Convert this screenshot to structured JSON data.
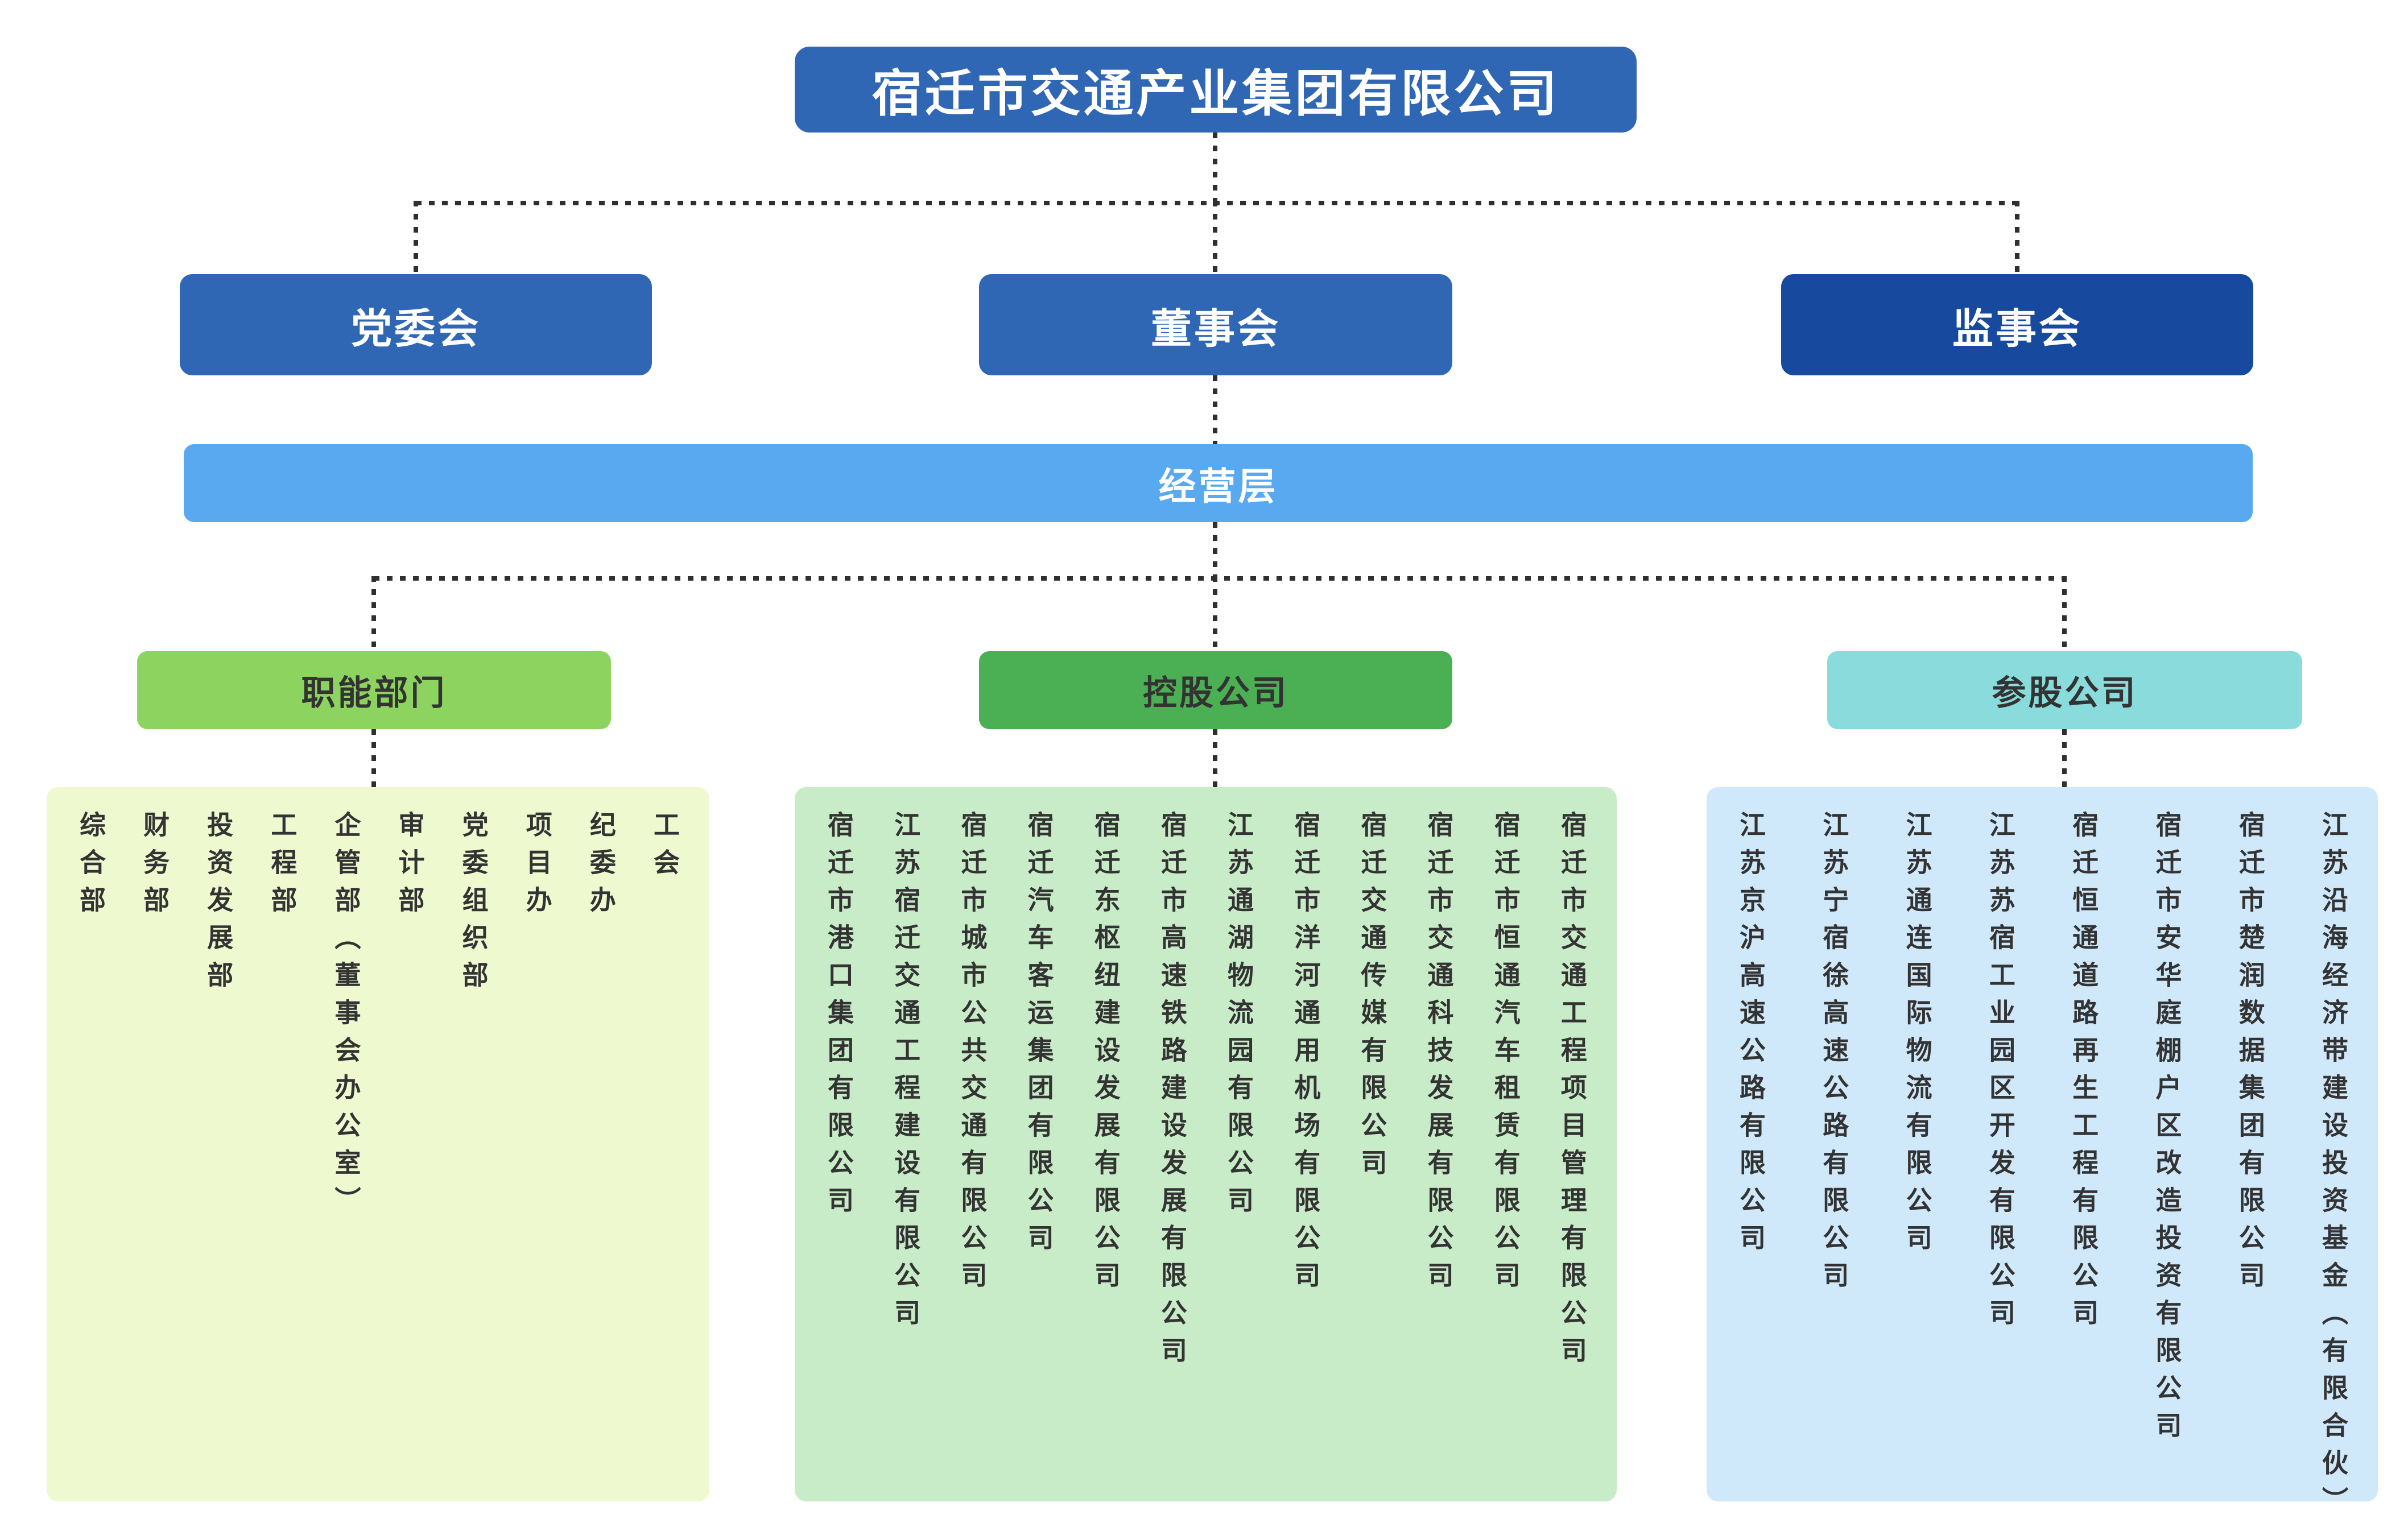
{
  "org": {
    "title": "宿迁市交通产业集团有限公司",
    "governance": [
      {
        "label": "党委会"
      },
      {
        "label": "董事会"
      },
      {
        "label": "监事会"
      }
    ],
    "management": {
      "label": "经营层"
    },
    "groups": [
      {
        "label": "职能部门",
        "items": [
          "综合部",
          "财务部",
          "投资发展部",
          "工程部",
          "企管部（董事会办公室）",
          "审计部",
          "党委组织部",
          "项目办",
          "纪委办",
          "工会"
        ]
      },
      {
        "label": "控股公司",
        "items": [
          "宿迁市港口集团有限公司",
          "江苏宿迁交通工程建设有限公司",
          "宿迁市城市公共交通有限公司",
          "宿迁汽车客运集团有限公司",
          "宿迁东枢纽建设发展有限公司",
          "宿迁市高速铁路建设发展有限公司",
          "江苏通湖物流园有限公司",
          "宿迁市洋河通用机场有限公司",
          "宿迁交通传媒有限公司",
          "宿迁市交通科技发展有限公司",
          "宿迁市恒通汽车租赁有限公司",
          "宿迁市交通工程项目管理有限公司"
        ]
      },
      {
        "label": "参股公司",
        "items": [
          "江苏京沪高速公路有限公司",
          "江苏宁宿徐高速公路有限公司",
          "江苏通连国际物流有限公司",
          "江苏苏宿工业园区开发有限公司",
          "宿迁恒通道路再生工程有限公司",
          "宿迁市安华庭棚户区改造投资有限公司",
          "宿迁市楚润数据集团有限公司",
          "江苏沿海经济带建设投资基金（有限合伙）"
        ]
      }
    ]
  },
  "colors": {
    "primary": "#3067b4",
    "navy": "#17499e",
    "sky": "#58a9ef",
    "green-light": "#8cd45f",
    "green": "#4bb053",
    "teal": "#8adbdb",
    "panel-yellow": "#eff9d0",
    "panel-green": "#c9ecc8",
    "panel-blue": "#cfe8fa",
    "ink": "#333333",
    "dash": "#2f2f2f"
  }
}
